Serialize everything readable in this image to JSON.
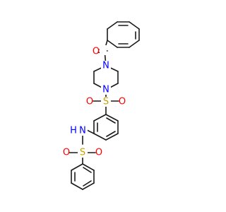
{
  "molecule": {
    "atom_labels": {
      "carbonyl_O": "O",
      "piperazine_N_top": "N",
      "piperazine_N_bottom": "N",
      "sulfonyl_S": "S",
      "sulfonyl_O_left": "O",
      "sulfonyl_O_right": "O",
      "amide_N": "N",
      "amide_H": "H",
      "sulfonamide_S": "S",
      "sulfonamide_O_left": "O",
      "sulfonamide_O_right": "O"
    },
    "colors": {
      "bond": "#1a1a1a",
      "oxygen": "#ff0000",
      "nitrogen": "#0000ff",
      "sulfur": "#c8a000"
    }
  }
}
